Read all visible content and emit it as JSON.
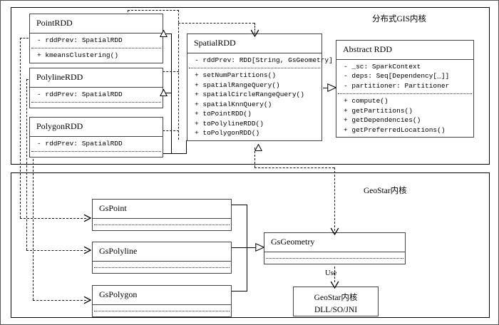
{
  "diagram": {
    "title": "Distributed GIS kernel and GeoStar kernel class diagram",
    "frames": [
      {
        "id": "gis",
        "label": "分布式GIS内核"
      },
      {
        "id": "geostar",
        "label": "GeoStar内核"
      }
    ]
  },
  "classes": {
    "point_rdd": {
      "name": "PointRDD",
      "attributes": [
        "- rddPrev: SpatialRDD"
      ],
      "operations": [
        "+ kmeansClustering()"
      ]
    },
    "polyline_rdd": {
      "name": "PolylineRDD",
      "attributes": [
        "- rddPrev: SpatialRDD"
      ],
      "operations": []
    },
    "polygon_rdd": {
      "name": "PolygonRDD",
      "attributes": [
        "- rddPrev: SpatialRDD"
      ],
      "operations": []
    },
    "spatial_rdd": {
      "name": "SpatialRDD",
      "attributes": [
        "- rddPrev: RDD[String, GsGeometry]"
      ],
      "operations": [
        "+ setNumPartitions()",
        "+ spatialRangeQuery()",
        "+ spatialCircleRangeQuery()",
        "+ spatialKnnQuery()",
        "+ toPointRDD()",
        "+ toPolylineRDD()",
        "+ toPolygonRDD()"
      ]
    },
    "abstract_rdd": {
      "name": "Abstract RDD",
      "attributes": [
        "- _sc: SparkContext",
        "- deps: Seq[Dependency[_]]",
        "- partitioner: Partitioner"
      ],
      "operations": [
        "+ compute()",
        "+ getPartitions()",
        "+ getDependencies()",
        "+ getPreferredLocations()"
      ]
    },
    "gs_point": {
      "name": "GsPoint",
      "attributes": [],
      "operations": []
    },
    "gs_polyline": {
      "name": "GsPolyline",
      "attributes": [],
      "operations": []
    },
    "gs_polygon": {
      "name": "GsPolygon",
      "attributes": [],
      "operations": []
    },
    "gs_geometry": {
      "name": "GsGeometry",
      "attributes": [],
      "operations": []
    }
  },
  "native_box": {
    "line1": "GeoStar内核",
    "line2": "DLL/SO/JNI"
  },
  "edges": {
    "use_label": "Use"
  },
  "colors": {
    "stroke": "#000000",
    "box_border": "#444444",
    "background": "#ffffff",
    "dashed": "#1a1a1a"
  }
}
